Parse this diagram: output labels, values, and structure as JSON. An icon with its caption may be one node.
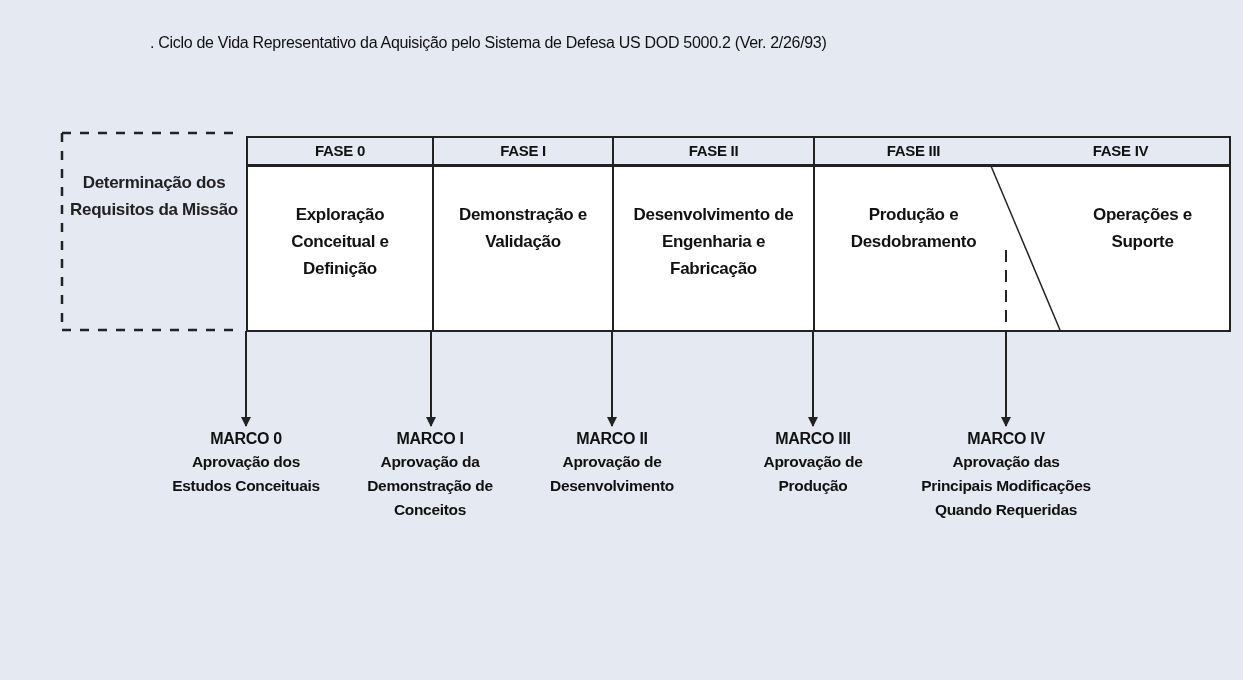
{
  "diagram": {
    "title": ". Ciclo de Vida Representativo da Aquisição pelo Sistema de Defesa US DOD 5000.2 (Ver. 2/26/93)",
    "nodes": [
      {
        "text": [
          "Determinação dos Requisitos da Missão"
        ]
      },
      {
        "text": [
          "FASE 0",
          "Exploração Conceitual e Definição"
        ]
      },
      {
        "text": [
          "FASE I",
          "Demonstração e Validação"
        ]
      },
      {
        "text": [
          "FASE II",
          "Desenvolvimento de Engenharia e Fabricação"
        ]
      },
      {
        "text": [
          "FASE III",
          "Produção e Desdobramento"
        ]
      },
      {
        "text": [
          "FASE IV",
          "Operações e Suporte"
        ]
      },
      {
        "text": [
          "MARCO 0",
          "Aprovação dos Estudos Conceituais"
        ]
      },
      {
        "text": [
          "MARCO I",
          "Aprovação da Demonstração de Conceitos"
        ]
      },
      {
        "text": [
          "MARCO II",
          "Aprovação de Desenvolvimento"
        ]
      },
      {
        "text": [
          "MARCO III",
          "Aprovação de Produção"
        ]
      },
      {
        "text": [
          "MARCO IV",
          "Aprovação das Principais Modificações Quando Requeridas"
        ]
      }
    ],
    "edges": [
      {
        "from": 1,
        "to": 6,
        "arrow": "to"
      },
      {
        "from": 2,
        "to": 7,
        "arrow": "to"
      },
      {
        "from": 2,
        "to": 8,
        "arrow": "to"
      },
      {
        "from": 4,
        "to": 9,
        "arrow": "to"
      },
      {
        "from": 4,
        "to": 10,
        "arrow": "to"
      }
    ]
  }
}
